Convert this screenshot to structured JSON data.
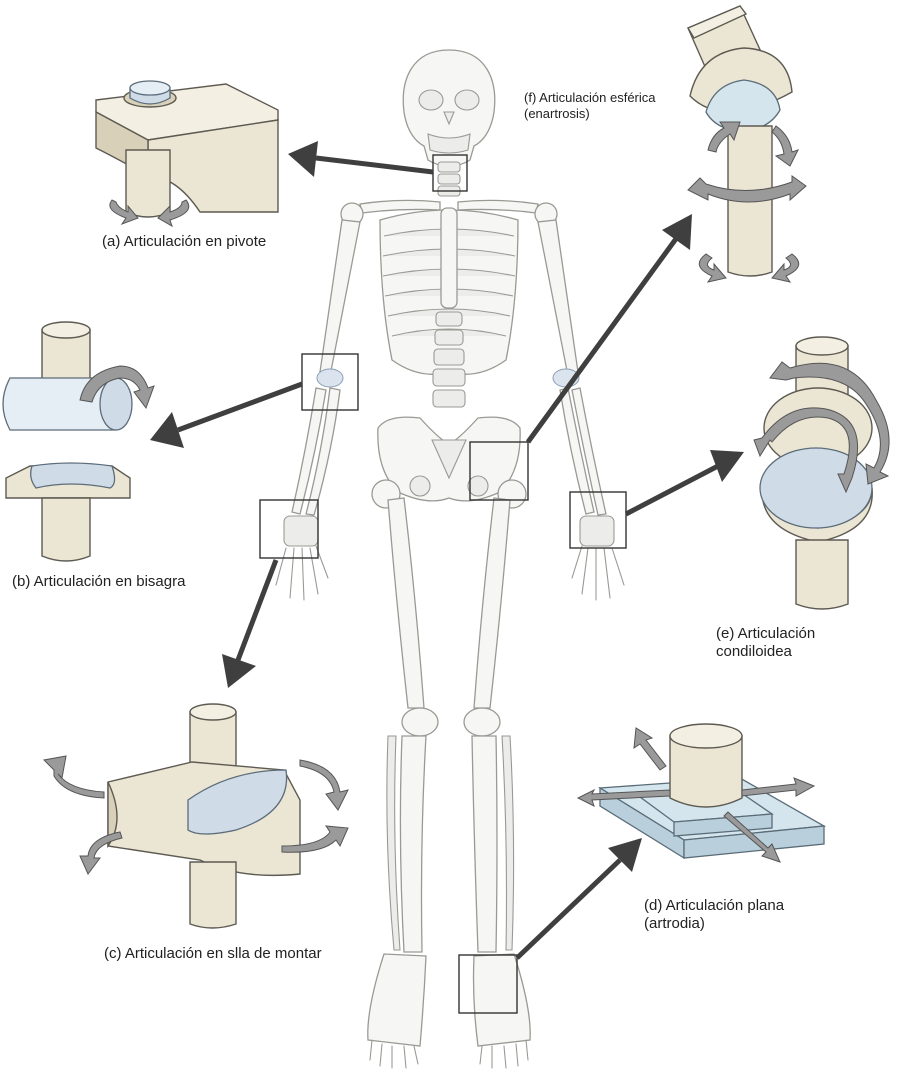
{
  "labels": {
    "a": "(a) Articulación en pivote",
    "b": "(b) Articulación en bisagra",
    "c": "(c) Articulación en slla de montar",
    "d_line1": "(d) Articulación plana",
    "d_line2": "(artrodia)",
    "e_line1": "(e) Articulación",
    "e_line2": "condiloidea",
    "f_line1": "(f) Articulación esférica",
    "f_line2": "(enartrosis)"
  },
  "colors": {
    "bone": "#f6f6f4",
    "joint_model": "#ebe5d3",
    "cartilage": "#cfdbe7",
    "pointer_arrow": "#3f3f3f",
    "motion_arrow": "#9a9a9a"
  }
}
